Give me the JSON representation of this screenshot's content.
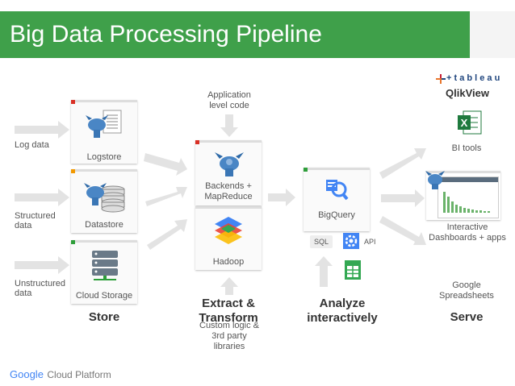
{
  "title": "Big Data Processing Pipeline",
  "inputs": {
    "log_data": "Log data",
    "structured_line1": "Structured",
    "structured_line2": "data",
    "unstructured_line1": "Unstructured",
    "unstructured_line2": "data"
  },
  "store": {
    "logstore": "Logstore",
    "datastore": "Datastore",
    "cloud_storage": "Cloud Storage",
    "heading": "Store"
  },
  "transform": {
    "app_code_line1": "Application",
    "app_code_line2": "level code",
    "backends_line1": "Backends +",
    "backends_line2": "MapReduce",
    "hadoop": "Hadoop",
    "heading_line1": "Extract &",
    "heading_line2": "Transform",
    "custom_line1": "Custom logic &",
    "custom_line2": "3rd party",
    "custom_line3": "libraries"
  },
  "analyze": {
    "bigquery": "BigQuery",
    "sql": "SQL",
    "api": "API",
    "heading_line1": "Analyze",
    "heading_line2": "interactively"
  },
  "serve": {
    "tableau": "+ t a b l e a u",
    "qlikview": "QlikView",
    "bi_tools": "BI tools",
    "dashboards_line1": "Interactive",
    "dashboards_line2": "Dashboards + apps",
    "sheets_line1": "Google",
    "sheets_line2": "Spreadsheets",
    "heading": "Serve"
  },
  "footer": {
    "google": "Google",
    "cloud_platform": "Cloud Platform"
  },
  "colors": {
    "banner": "#3fa04a",
    "arrow": "#e3e3e3",
    "flag_red": "#d93025",
    "flag_orange": "#f29900",
    "flag_green": "#2e9e3a",
    "gcp_blue": "#4285f4"
  },
  "icons": {
    "logstore": "app-engine-logs-icon",
    "datastore": "app-engine-datastore-icon",
    "cloud_storage": "cloud-storage-icon",
    "backends": "app-engine-backends-icon",
    "hadoop": "compute-engine-hadoop-icon",
    "bigquery": "bigquery-icon",
    "api": "gear-api-icon",
    "sheets": "google-spreadsheets-icon",
    "excel": "excel-icon",
    "dashboards": "app-engine-dashboard-icon"
  }
}
